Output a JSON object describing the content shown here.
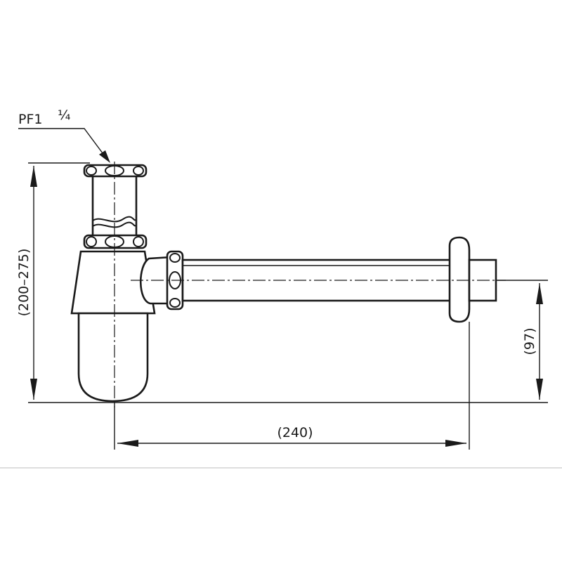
{
  "labels": {
    "thread": "PF1",
    "fraction": "¼",
    "height_range": "(200–275)",
    "length": "(240)",
    "outlet_height": "(97)"
  },
  "colors": {
    "line": "#1a1a1a",
    "background": "#ffffff",
    "separator": "#bdbdbd"
  }
}
